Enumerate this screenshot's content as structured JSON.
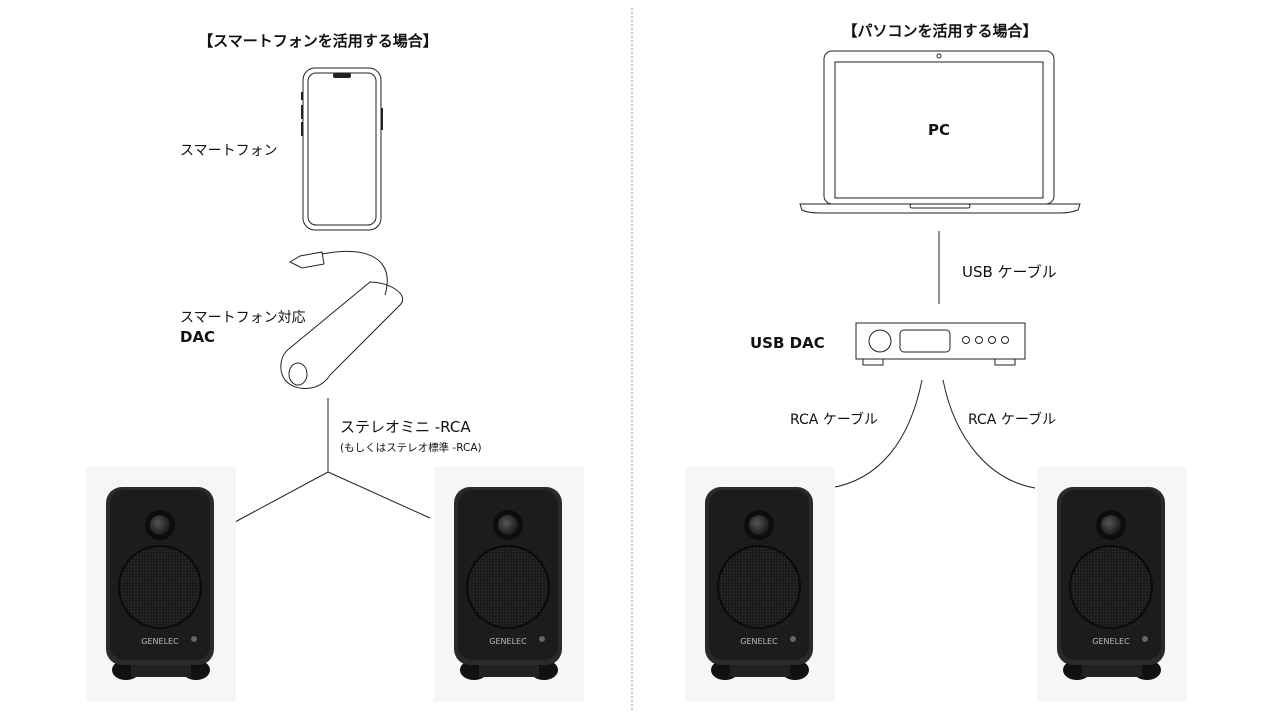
{
  "left": {
    "title": "【スマートフォンを活用する場合】",
    "smartphone_label": "スマートフォン",
    "dac_label_line1": "スマートフォン対応",
    "dac_label_line2": "DAC",
    "cable_label": "ステレオミニ -RCA",
    "cable_sublabel": "(もしくはステレオ標準 -RCA)"
  },
  "right": {
    "title": "【パソコンを活用する場合】",
    "pc_label": "PC",
    "usb_cable_label": "USB ケーブル",
    "usb_dac_label": "USB DAC",
    "rca_cable_left_label": "RCA ケーブル",
    "rca_cable_right_label": "RCA ケーブル"
  },
  "speaker_brand": "GENELEC",
  "colors": {
    "line": "#222222",
    "speaker_body": "#1c1c1c",
    "divider": "#9a9a9a",
    "photo_bg": "#f6f6f6"
  }
}
